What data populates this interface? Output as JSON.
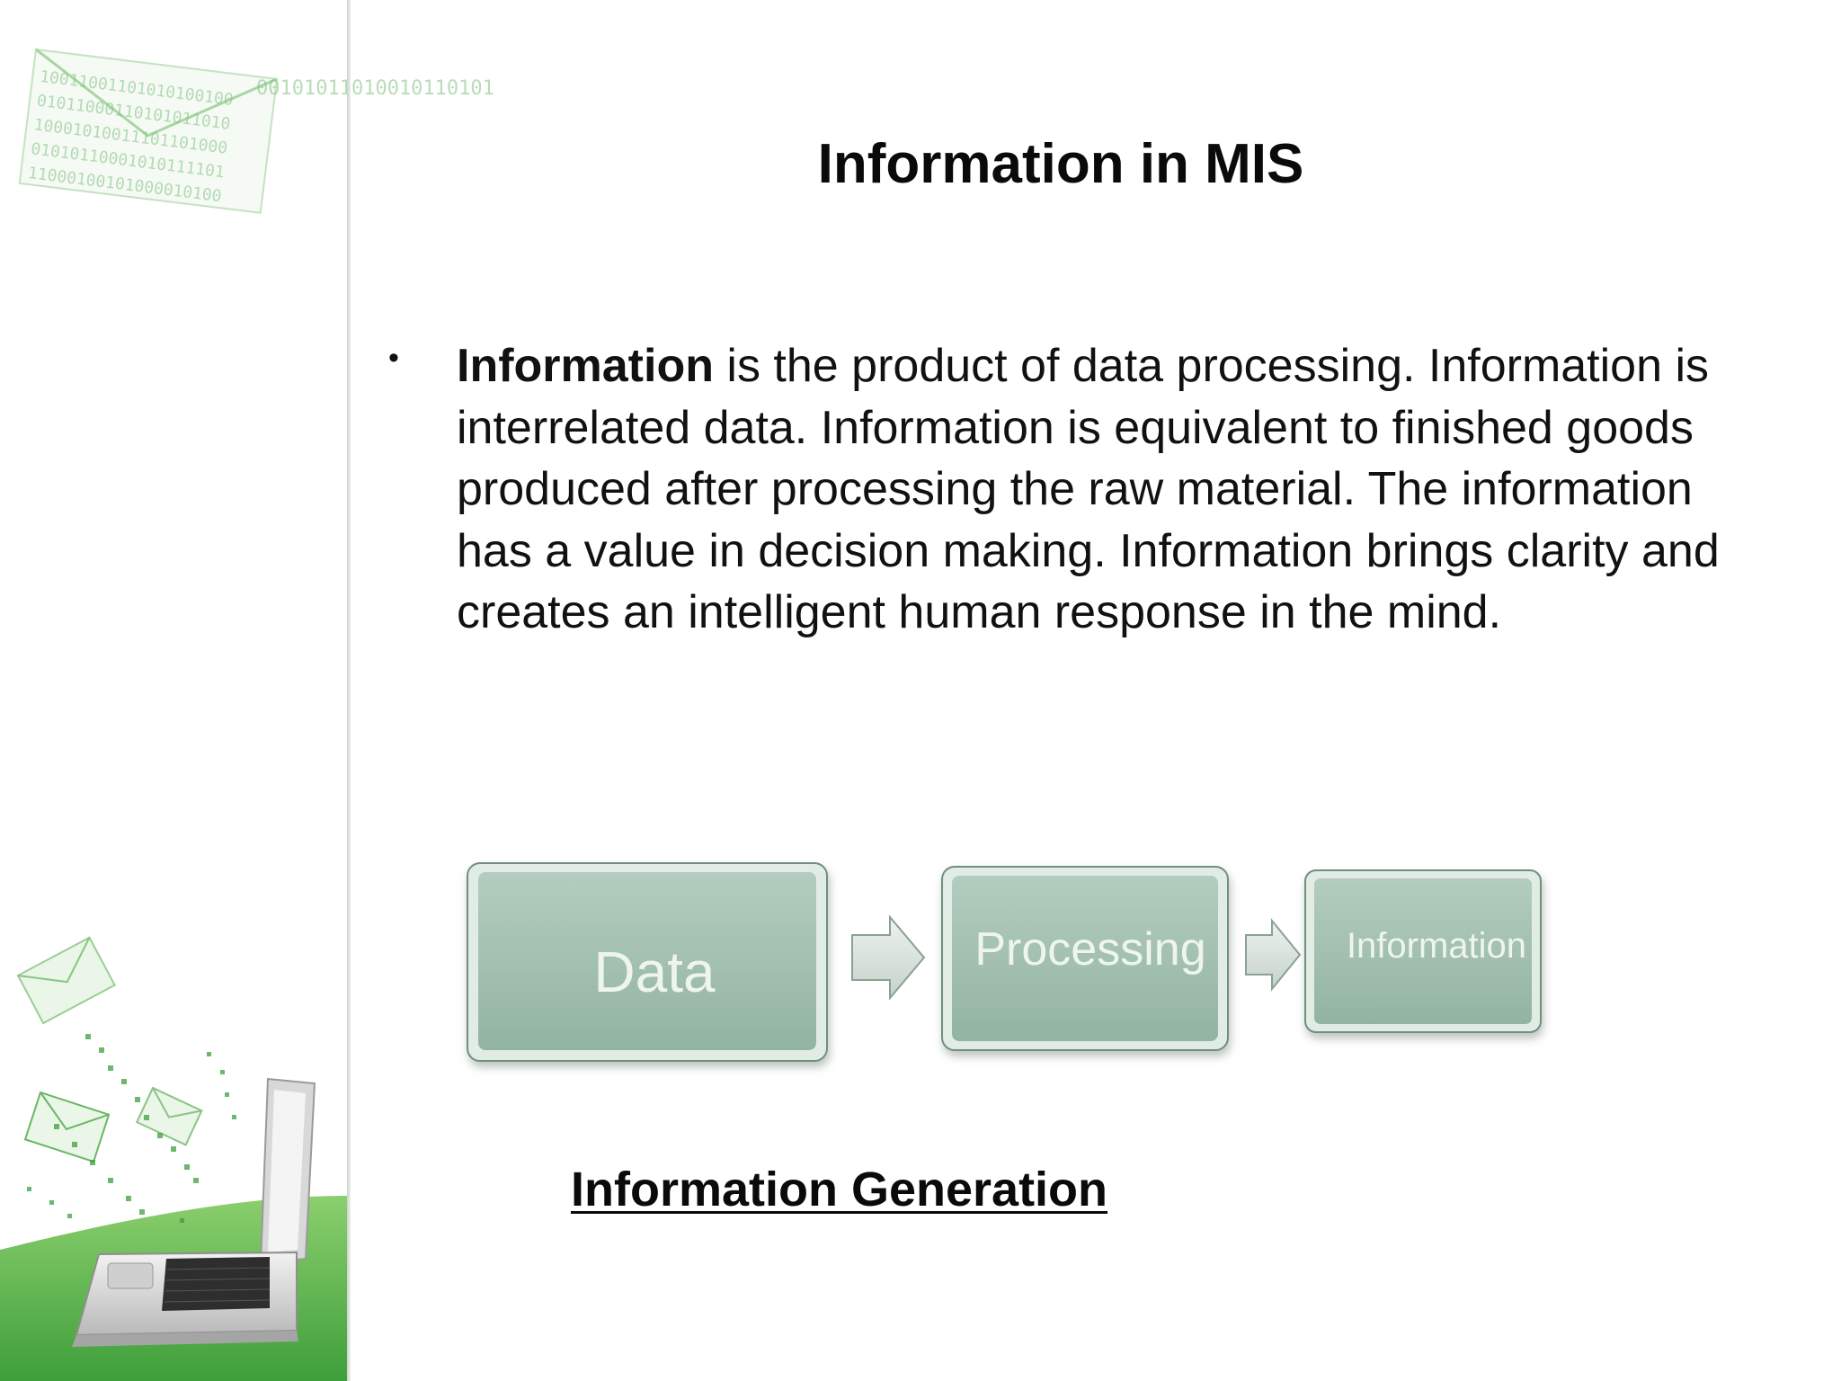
{
  "slide": {
    "title": "Information in MIS",
    "bullet": {
      "lead": "Information",
      "text": " is the product of data processing. Information is interrelated data. Information is equivalent to finished goods produced after processing the raw material. The information has a value in decision making. Information brings clarity and creates an intelligent human response in the mind."
    },
    "diagram": {
      "steps": [
        "Data",
        "Processing",
        "Information"
      ],
      "box_color": "#9fbfae",
      "arrow_color": "#d9e4dc"
    },
    "caption": "Information Generation"
  },
  "decor": {
    "binary_rows": [
      "10011001101010100100",
      "01011000110101011010",
      "10001010011101101000",
      "01010110001010111101",
      "11000100101000010100",
      "00101011010010110101"
    ],
    "accent_green": "#4caf50",
    "icons": [
      "envelope-icon",
      "laptop-icon"
    ]
  }
}
